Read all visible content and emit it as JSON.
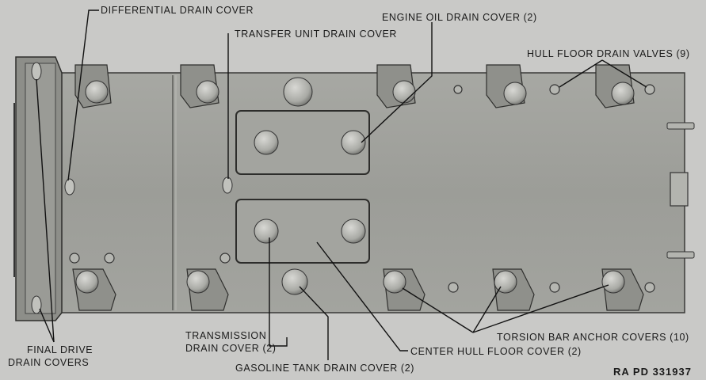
{
  "title": "",
  "labels": {
    "differential": "DIFFERENTIAL DRAIN COVER",
    "transfer_unit": "TRANSFER UNIT DRAIN COVER",
    "engine_oil": "ENGINE OIL DRAIN COVER (2)",
    "hull_floor_valves": "HULL FLOOR DRAIN VALVES (9)",
    "final_drive_line1": "FINAL DRIVE",
    "final_drive_line2": "DRAIN COVERS",
    "transmission_line1": "TRANSMISSION",
    "transmission_line2": "DRAIN COVER (2)",
    "gasoline_tank": "GASOLINE TANK DRAIN COVER (2)",
    "center_hull": "CENTER HULL FLOOR COVER (2)",
    "torsion_bar": "TORSION BAR ANCHOR COVERS (10)"
  },
  "reference": "RA PD 331937",
  "colors": {
    "background": "#c9c9c7",
    "hull": "#9fa09b",
    "hull_edge": "#3a3a38",
    "leader": "#111111"
  }
}
